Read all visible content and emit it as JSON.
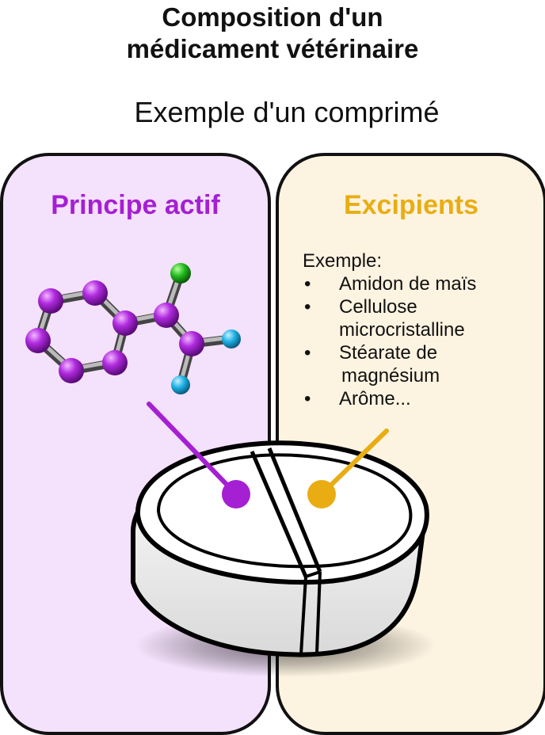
{
  "title_line1": "Composition d'un",
  "title_line2": "médicament vétérinaire",
  "subtitle": "Exemple d'un comprimé",
  "left_panel": {
    "title": "Principe actif",
    "color": "#a51fd3",
    "background": "#f4e1fb"
  },
  "right_panel": {
    "title": "Excipients",
    "color": "#e9ad13",
    "background": "#fdf3e1",
    "example_label": "Exemple:",
    "items": [
      {
        "line1": "Amidon de maïs"
      },
      {
        "line1": "Cellulose",
        "line2": "microcristalline"
      },
      {
        "line1": "Stéarate de",
        "line2": "magnésium"
      },
      {
        "line1": "Arôme..."
      }
    ]
  },
  "bullet": "•"
}
